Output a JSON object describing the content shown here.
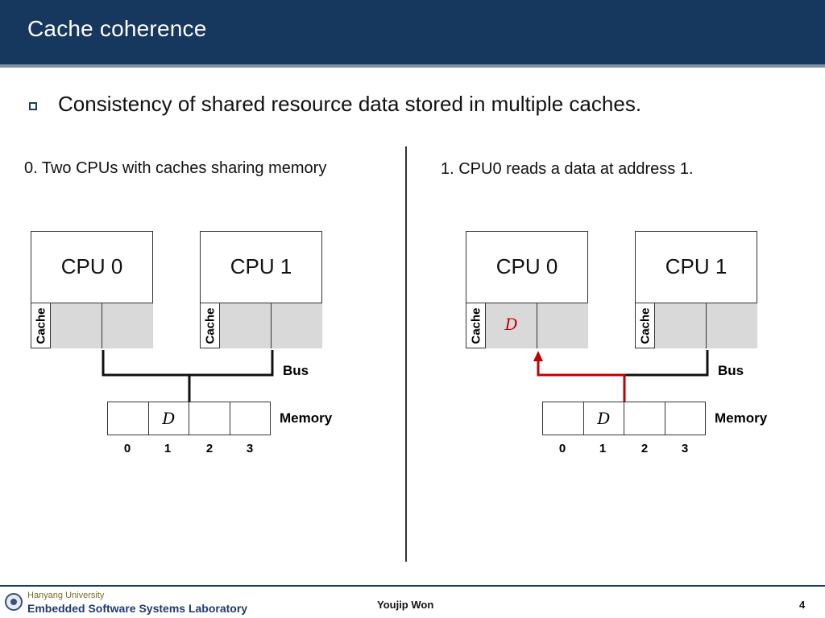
{
  "slide": {
    "title": "Cache coherence",
    "bullet": "Consistency of shared resource data stored in multiple caches."
  },
  "left_panel": {
    "heading": "0. Two CPUs with caches sharing memory",
    "cpu0": "CPU 0",
    "cpu1": "CPU 1",
    "cache_label": "Cache",
    "cpu0_cache": [
      "",
      ""
    ],
    "cpu1_cache": [
      "",
      ""
    ],
    "bus_label": "Bus",
    "memory_label": "Memory",
    "memory_cells": [
      "",
      "D",
      "",
      ""
    ],
    "addresses": [
      "0",
      "1",
      "2",
      "3"
    ]
  },
  "right_panel": {
    "heading": "1. CPU0 reads a data at address 1.",
    "cpu0": "CPU 0",
    "cpu1": "CPU 1",
    "cache_label": "Cache",
    "cpu0_cache": [
      "D",
      ""
    ],
    "cpu1_cache": [
      "",
      ""
    ],
    "bus_label": "Bus",
    "memory_label": "Memory",
    "memory_cells": [
      "",
      "D",
      "",
      ""
    ],
    "addresses": [
      "0",
      "1",
      "2",
      "3"
    ],
    "highlight_color": "#c00000"
  },
  "footer": {
    "university": "Hanyang University",
    "lab": "Embedded Software Systems Laboratory",
    "presenter": "Youjip Won",
    "page": "4"
  }
}
